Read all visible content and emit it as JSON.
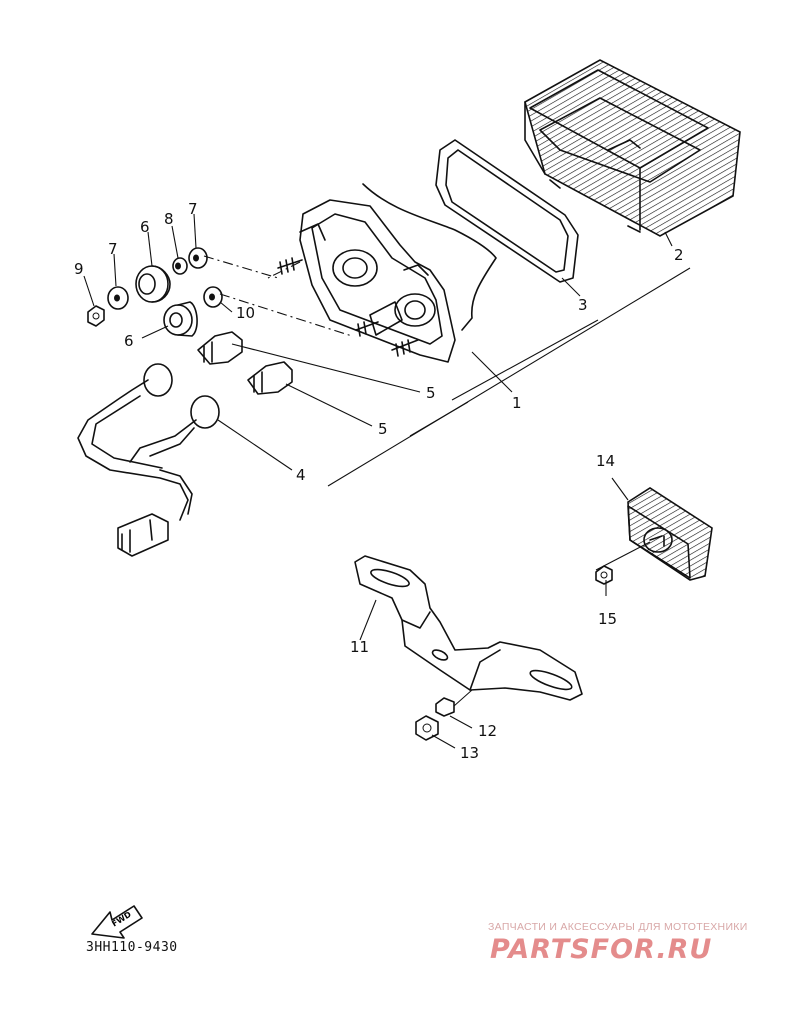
{
  "callouts": [
    {
      "id": "c1",
      "text": "1"
    },
    {
      "id": "c2",
      "text": "2"
    },
    {
      "id": "c3",
      "text": "3"
    },
    {
      "id": "c4",
      "text": "4"
    },
    {
      "id": "c5a",
      "text": "5"
    },
    {
      "id": "c5b",
      "text": "5"
    },
    {
      "id": "c6a",
      "text": "6"
    },
    {
      "id": "c6b",
      "text": "6"
    },
    {
      "id": "c7a",
      "text": "7"
    },
    {
      "id": "c7b",
      "text": "7"
    },
    {
      "id": "c8",
      "text": "8"
    },
    {
      "id": "c9",
      "text": "9"
    },
    {
      "id": "c10",
      "text": "10"
    },
    {
      "id": "c11",
      "text": "11"
    },
    {
      "id": "c12",
      "text": "12"
    },
    {
      "id": "c13",
      "text": "13"
    },
    {
      "id": "c14",
      "text": "14"
    },
    {
      "id": "c15",
      "text": "15"
    }
  ],
  "fwd_label": "FWD",
  "diagram_code": "3HH110-9430",
  "watermark": {
    "tagline": "ЗАПЧАСТИ И АКСЕССУАРЫ ДЛЯ МОТОТЕХНИКИ",
    "brand": "PARTSFOR.RU",
    "color": "#e48c8c"
  }
}
